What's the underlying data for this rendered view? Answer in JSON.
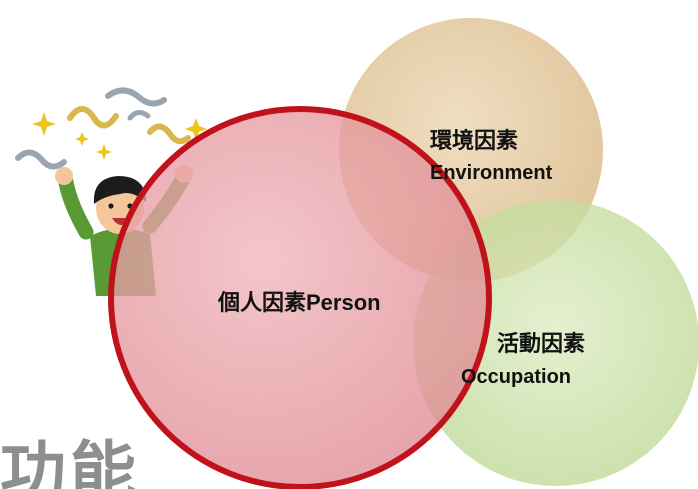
{
  "diagram": {
    "circles": {
      "environment": {
        "label_zh": "環境因素",
        "label_en": "Environment",
        "fill": "#e3c597",
        "fill_opacity": 0.75
      },
      "person": {
        "label": "個人因素Person",
        "fill": "#e79aa0",
        "stroke": "#c0121a",
        "fill_opacity": 0.82
      },
      "occupation": {
        "label_zh": "活動因素",
        "label_en": "Occupation",
        "fill": "#c8dfa1",
        "fill_opacity": 0.75
      }
    },
    "bottom_text": "功能"
  },
  "illustration": {
    "name": "cheering-person-with-confetti",
    "shirt_color": "#5a9a35",
    "hair_color": "#1c1c1c",
    "skin_color": "#f3c79b",
    "confetti_colors": [
      "#d8b84c",
      "#9aa5b0"
    ],
    "sparkle_color": "#f0c419"
  }
}
